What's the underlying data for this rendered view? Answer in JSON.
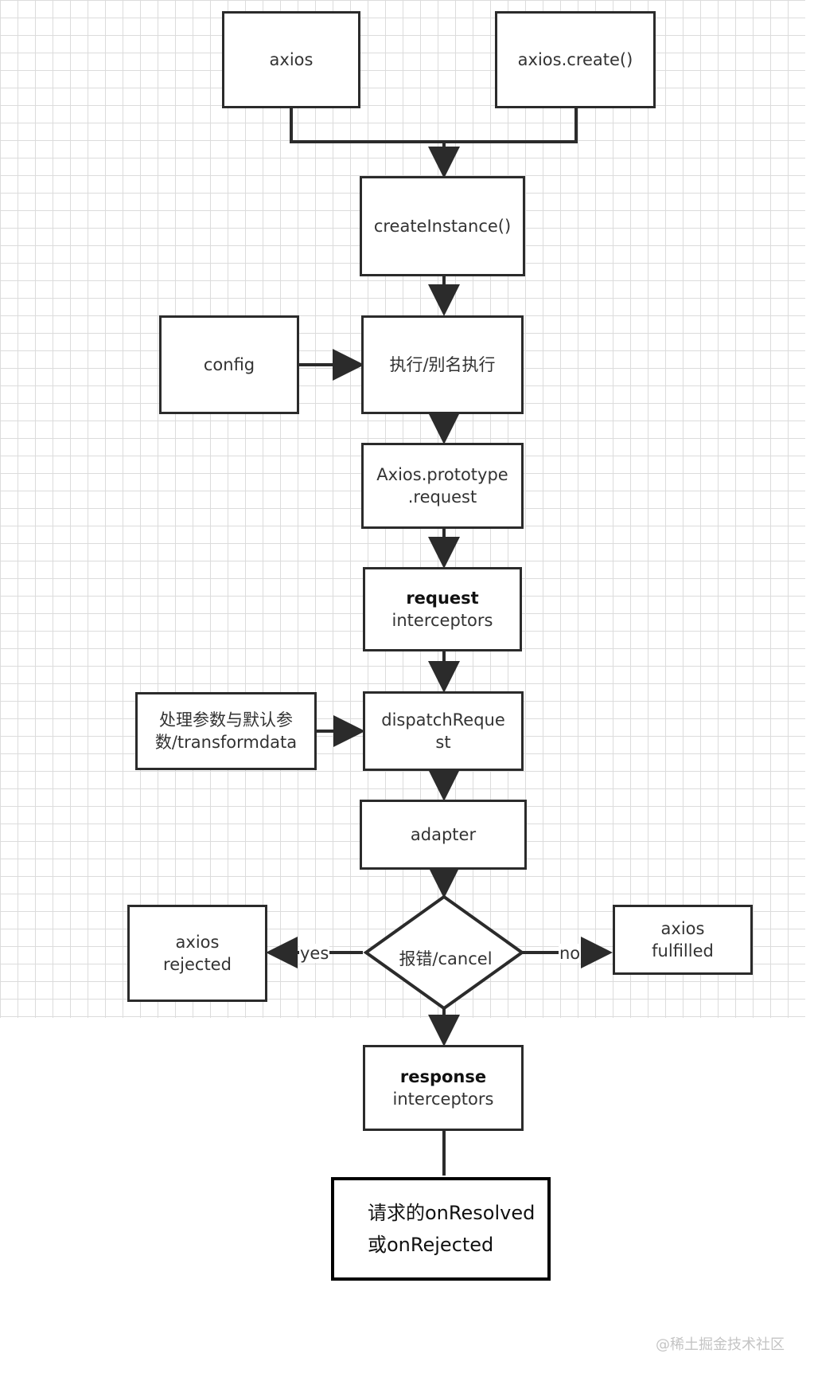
{
  "nodes": {
    "axios": "axios",
    "axios_create": "axios.create()",
    "create_instance": "createInstance()",
    "config": "config",
    "execute": "执行/别名执行",
    "prototype_request": {
      "line1": "Axios.prototype",
      "line2": ".request"
    },
    "request_interceptors": {
      "line1": "request",
      "line2": "interceptors"
    },
    "process_params": {
      "line1": "处理参数与默认参",
      "line2": "数/transformdata"
    },
    "dispatch_request": {
      "line1": "dispatchReque",
      "line2": "st"
    },
    "adapter": "adapter",
    "decision": "报错/cancel",
    "rejected": {
      "line1": "axios",
      "line2": "rejected"
    },
    "fulfilled": {
      "line1": "axios",
      "line2": "fulfilled"
    },
    "response_interceptors": {
      "line1": "response",
      "line2": "interceptors"
    },
    "final": {
      "line1": "请求的onResolved",
      "line2": "或onRejected"
    }
  },
  "edge_labels": {
    "yes": "yes",
    "no": "no"
  },
  "watermark": "@稀土掘金技术社区",
  "colors": {
    "line": "#2b2b2b",
    "grid": "#dcdcdc",
    "watermark": "#c4c4c4"
  }
}
